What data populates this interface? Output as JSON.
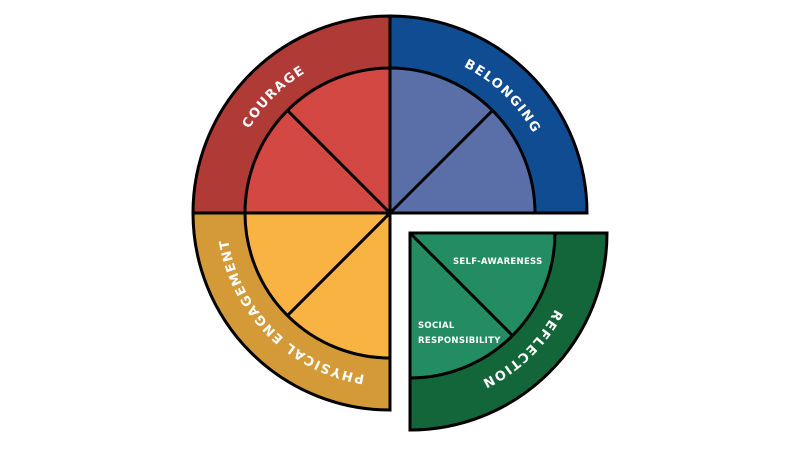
{
  "sections": [
    {
      "id": "courage",
      "label": "COURAGE",
      "outer_color": "#b03a36",
      "inner_color": "#d44843",
      "quadrant": "top-left"
    },
    {
      "id": "belonging",
      "label": "BELONGING",
      "outer_color": "#0f4c92",
      "inner_color": "#5a6ea8",
      "quadrant": "top-right"
    },
    {
      "id": "physical-engagement",
      "label": "PHYSICAL ENGAGEMENT",
      "outer_color": "#d49a38",
      "inner_color": "#f9b343",
      "quadrant": "bottom-left"
    },
    {
      "id": "reflection",
      "label": "REFLECTION",
      "outer_color": "#13663a",
      "inner_color": "#238c63",
      "quadrant": "bottom-right",
      "exploded": true,
      "sub_labels": [
        "SELF-AWARENESS",
        "SOCIAL",
        "RESPONSIBILITY"
      ]
    }
  ]
}
